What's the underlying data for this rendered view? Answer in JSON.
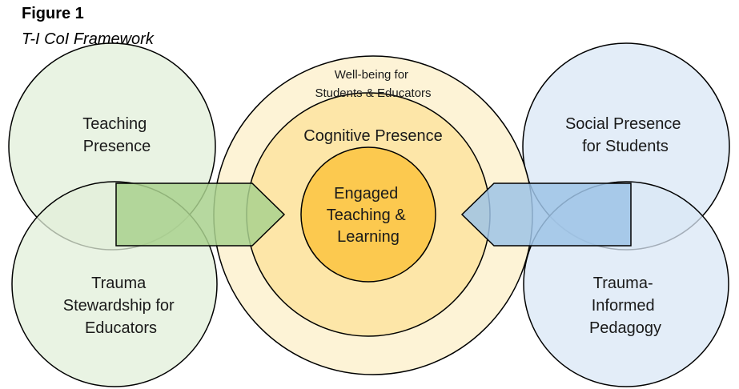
{
  "figure": {
    "title": "Figure 1",
    "subtitle": "T-I CoI Framework"
  },
  "diagram": {
    "outer_ring": {
      "lines": [
        "Well-being for",
        "Students & Educators"
      ],
      "color": "#fdf0cc"
    },
    "middle_circle": {
      "lines": [
        "Cognitive Presence"
      ],
      "color": "#fde3a0"
    },
    "core_circle": {
      "lines": [
        "Engaged",
        "Teaching &",
        "Learning"
      ],
      "color": "#fcc94f"
    },
    "left_top_circle": {
      "lines": [
        "Teaching",
        "Presence"
      ],
      "color": "#e2efd9"
    },
    "left_bottom_circle": {
      "lines": [
        "Trauma",
        "Stewardship for",
        "Educators"
      ],
      "color": "#e2efd9"
    },
    "right_top_circle": {
      "lines": [
        "Social Presence",
        "for Students"
      ],
      "color": "#dae7f5"
    },
    "right_bottom_circle": {
      "lines": [
        "Trauma-",
        "Informed",
        "Pedagogy"
      ],
      "color": "#dae7f5"
    },
    "left_arrow": {
      "color": "#a9d18e"
    },
    "right_arrow": {
      "color": "#9dc3e6"
    },
    "stroke_color": "#000000"
  }
}
